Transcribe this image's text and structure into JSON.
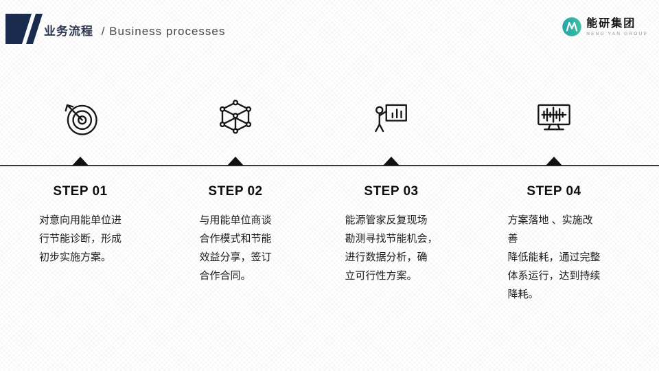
{
  "slide": {
    "title_cn": "业务流程",
    "title_en": "/ Business  processes"
  },
  "logo": {
    "name_cn": "能研集团",
    "name_en": "NENG YAN GROUP",
    "accent_color": "#2fb3ab"
  },
  "timeline": {
    "line_color": "#3a3a3a",
    "marker_color": "#111111"
  },
  "steps": [
    {
      "label": "STEP 01",
      "icon": "target-dart-icon",
      "description": "对意向用能单位进\n行节能诊断，形成\n初步实施方案。"
    },
    {
      "label": "STEP 02",
      "icon": "node-cube-icon",
      "description": "与用能单位商谈\n合作模式和节能\n效益分享，签订\n合作合同。"
    },
    {
      "label": "STEP 03",
      "icon": "presenter-chart-icon",
      "description": "能源管家反复现场\n勘测寻找节能机会，\n进行数据分析，确\n立可行性方案。"
    },
    {
      "label": "STEP 04",
      "icon": "monitor-waveform-icon",
      "description": "方案落地 、实施改\n善\n降低能耗，通过完整\n体系运行，达到持续\n降耗。"
    }
  ],
  "colors": {
    "accent_navy": "#1b2b4d",
    "logo_teal": "#2fb3ab",
    "text_dark": "#1c1c1c"
  }
}
